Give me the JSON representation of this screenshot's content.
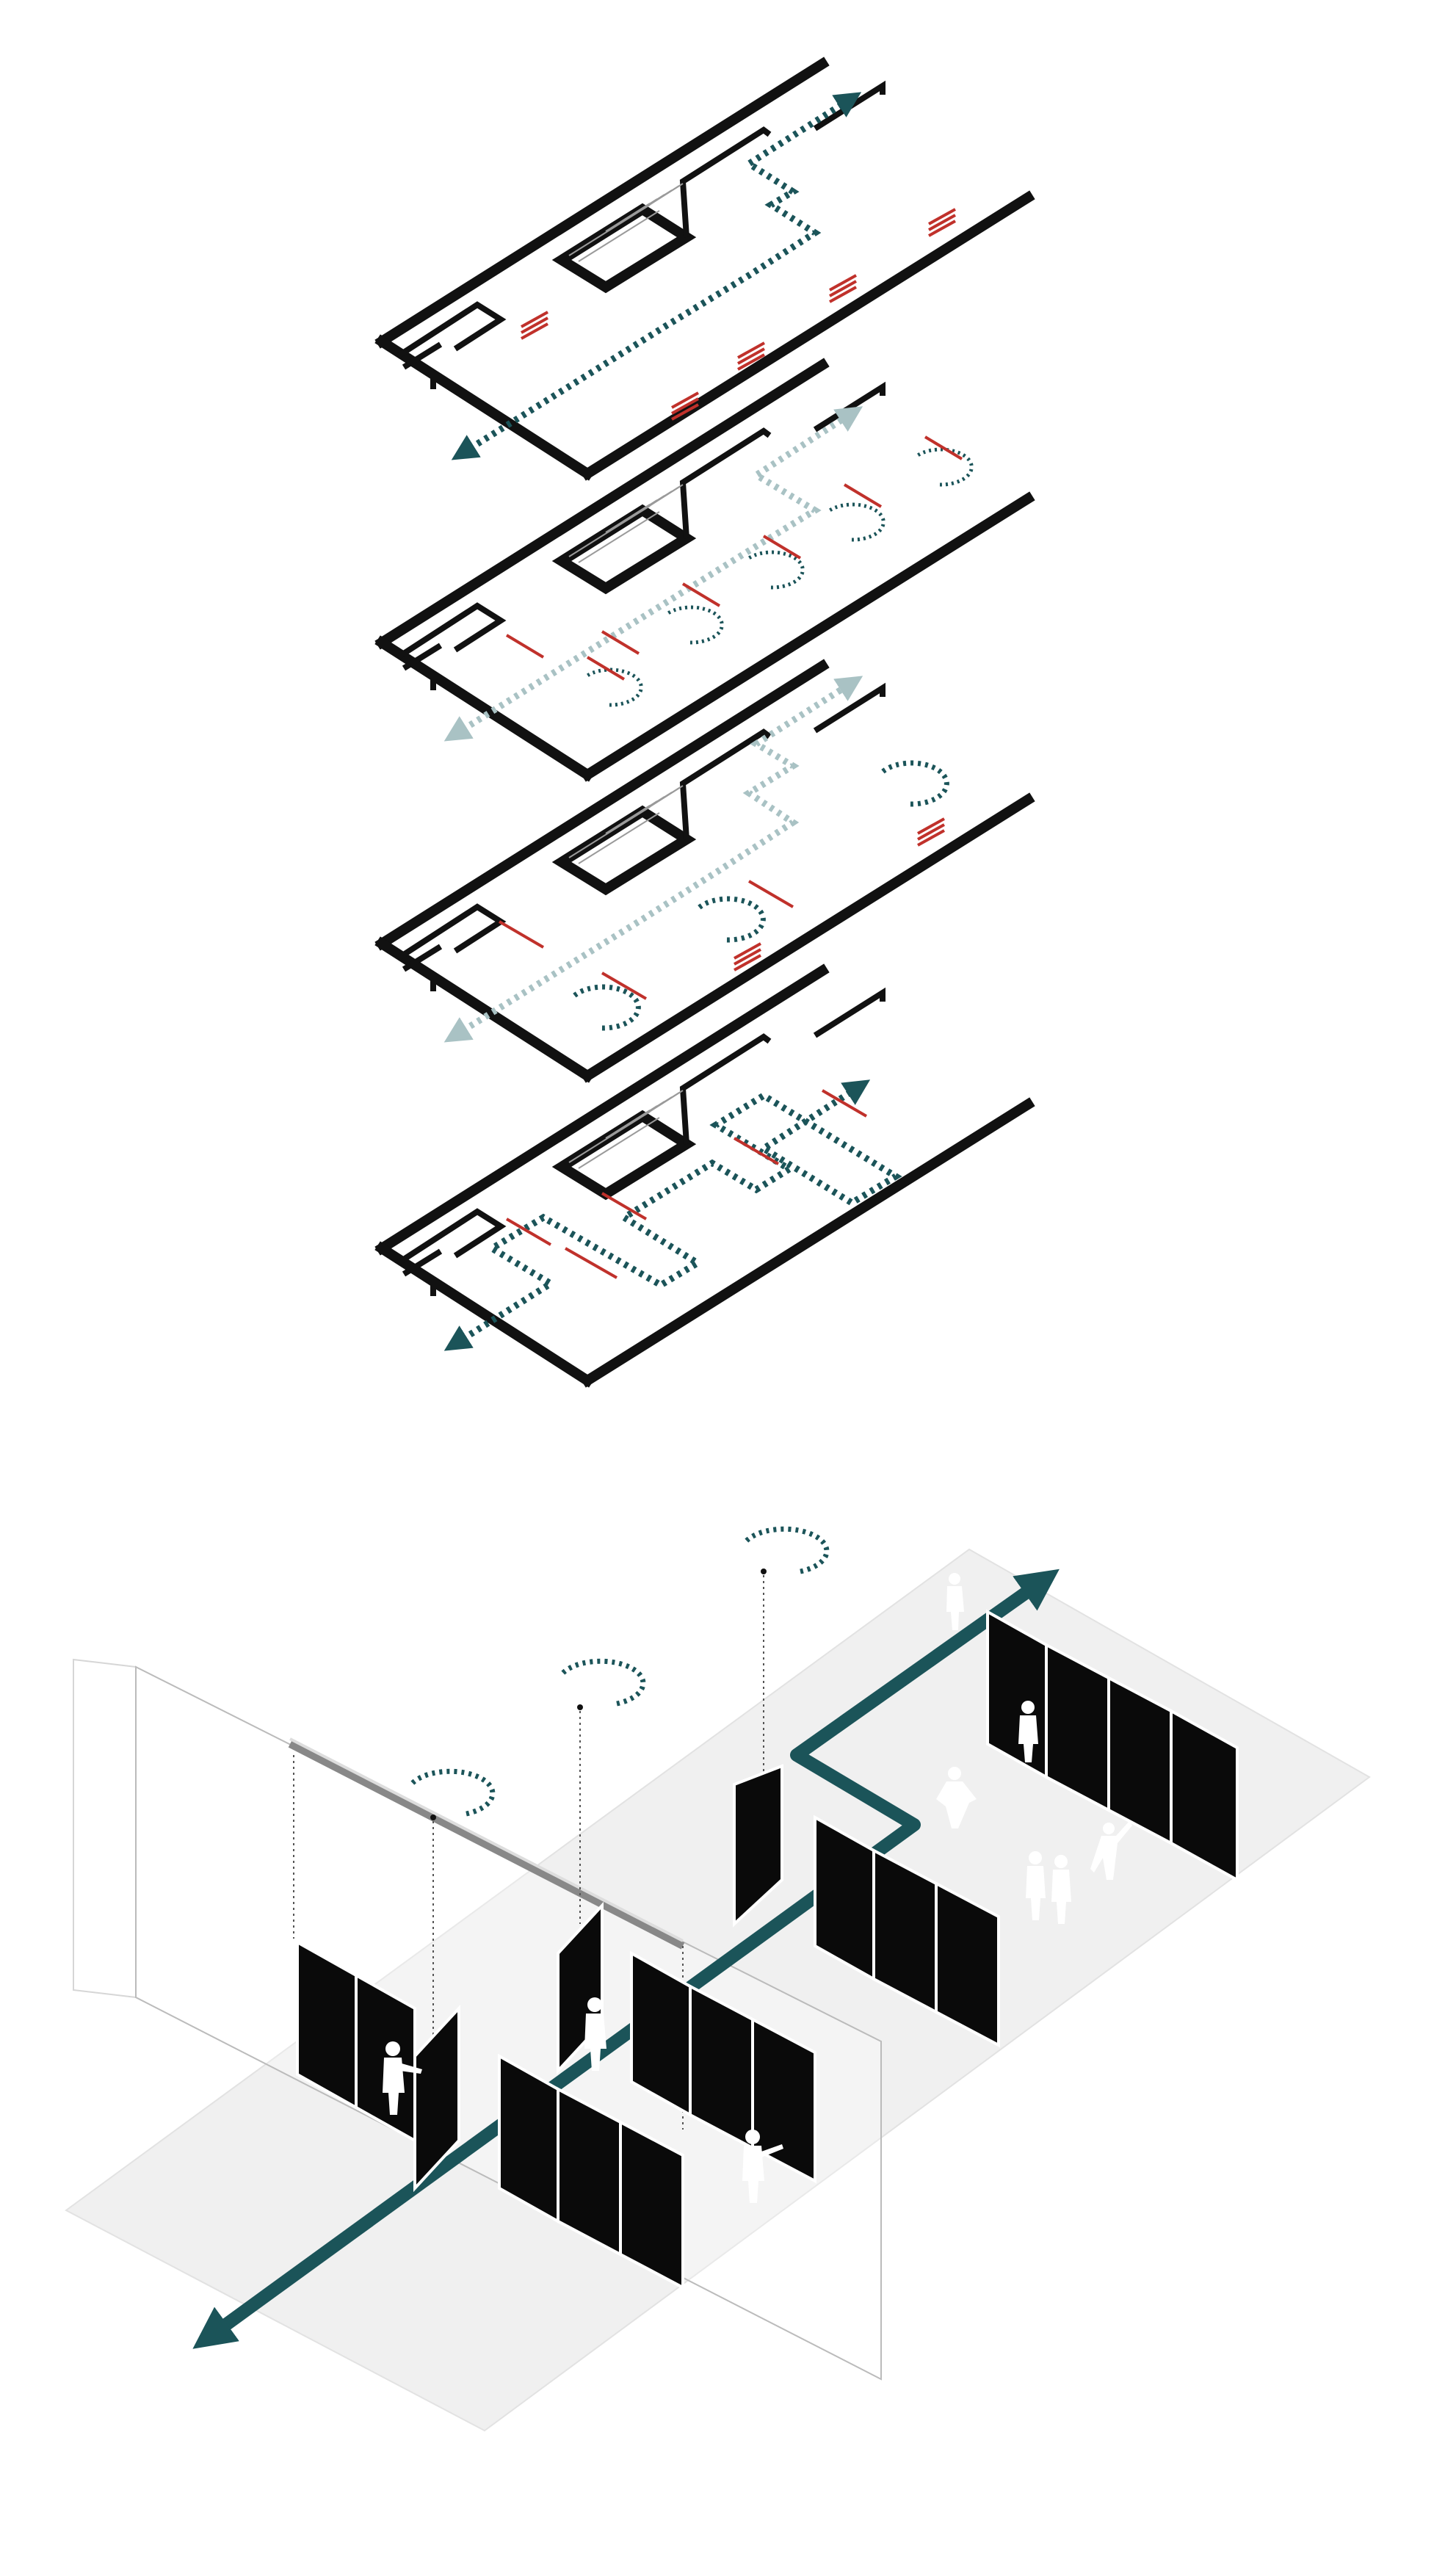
{
  "figure": {
    "background": "#ffffff",
    "colors": {
      "walls": "#111111",
      "route_dark": "#1b5459",
      "route_light": "#a9c2c4",
      "partitions": "#c0312b",
      "floor": "#f0f0f0",
      "panels": "#0a0a0a"
    },
    "plans": [
      {
        "name": "plan-level-1",
        "circulation": "dotted-dark"
      },
      {
        "name": "plan-level-2",
        "circulation": "dotted-light"
      },
      {
        "name": "plan-level-3",
        "circulation": "dotted-light"
      },
      {
        "name": "plan-level-4",
        "circulation": "dotted-dark"
      }
    ],
    "perspective": {
      "route_arrow": "bidirectional",
      "rotation_markers": 3,
      "panel_groups": 6,
      "people": 9
    }
  }
}
